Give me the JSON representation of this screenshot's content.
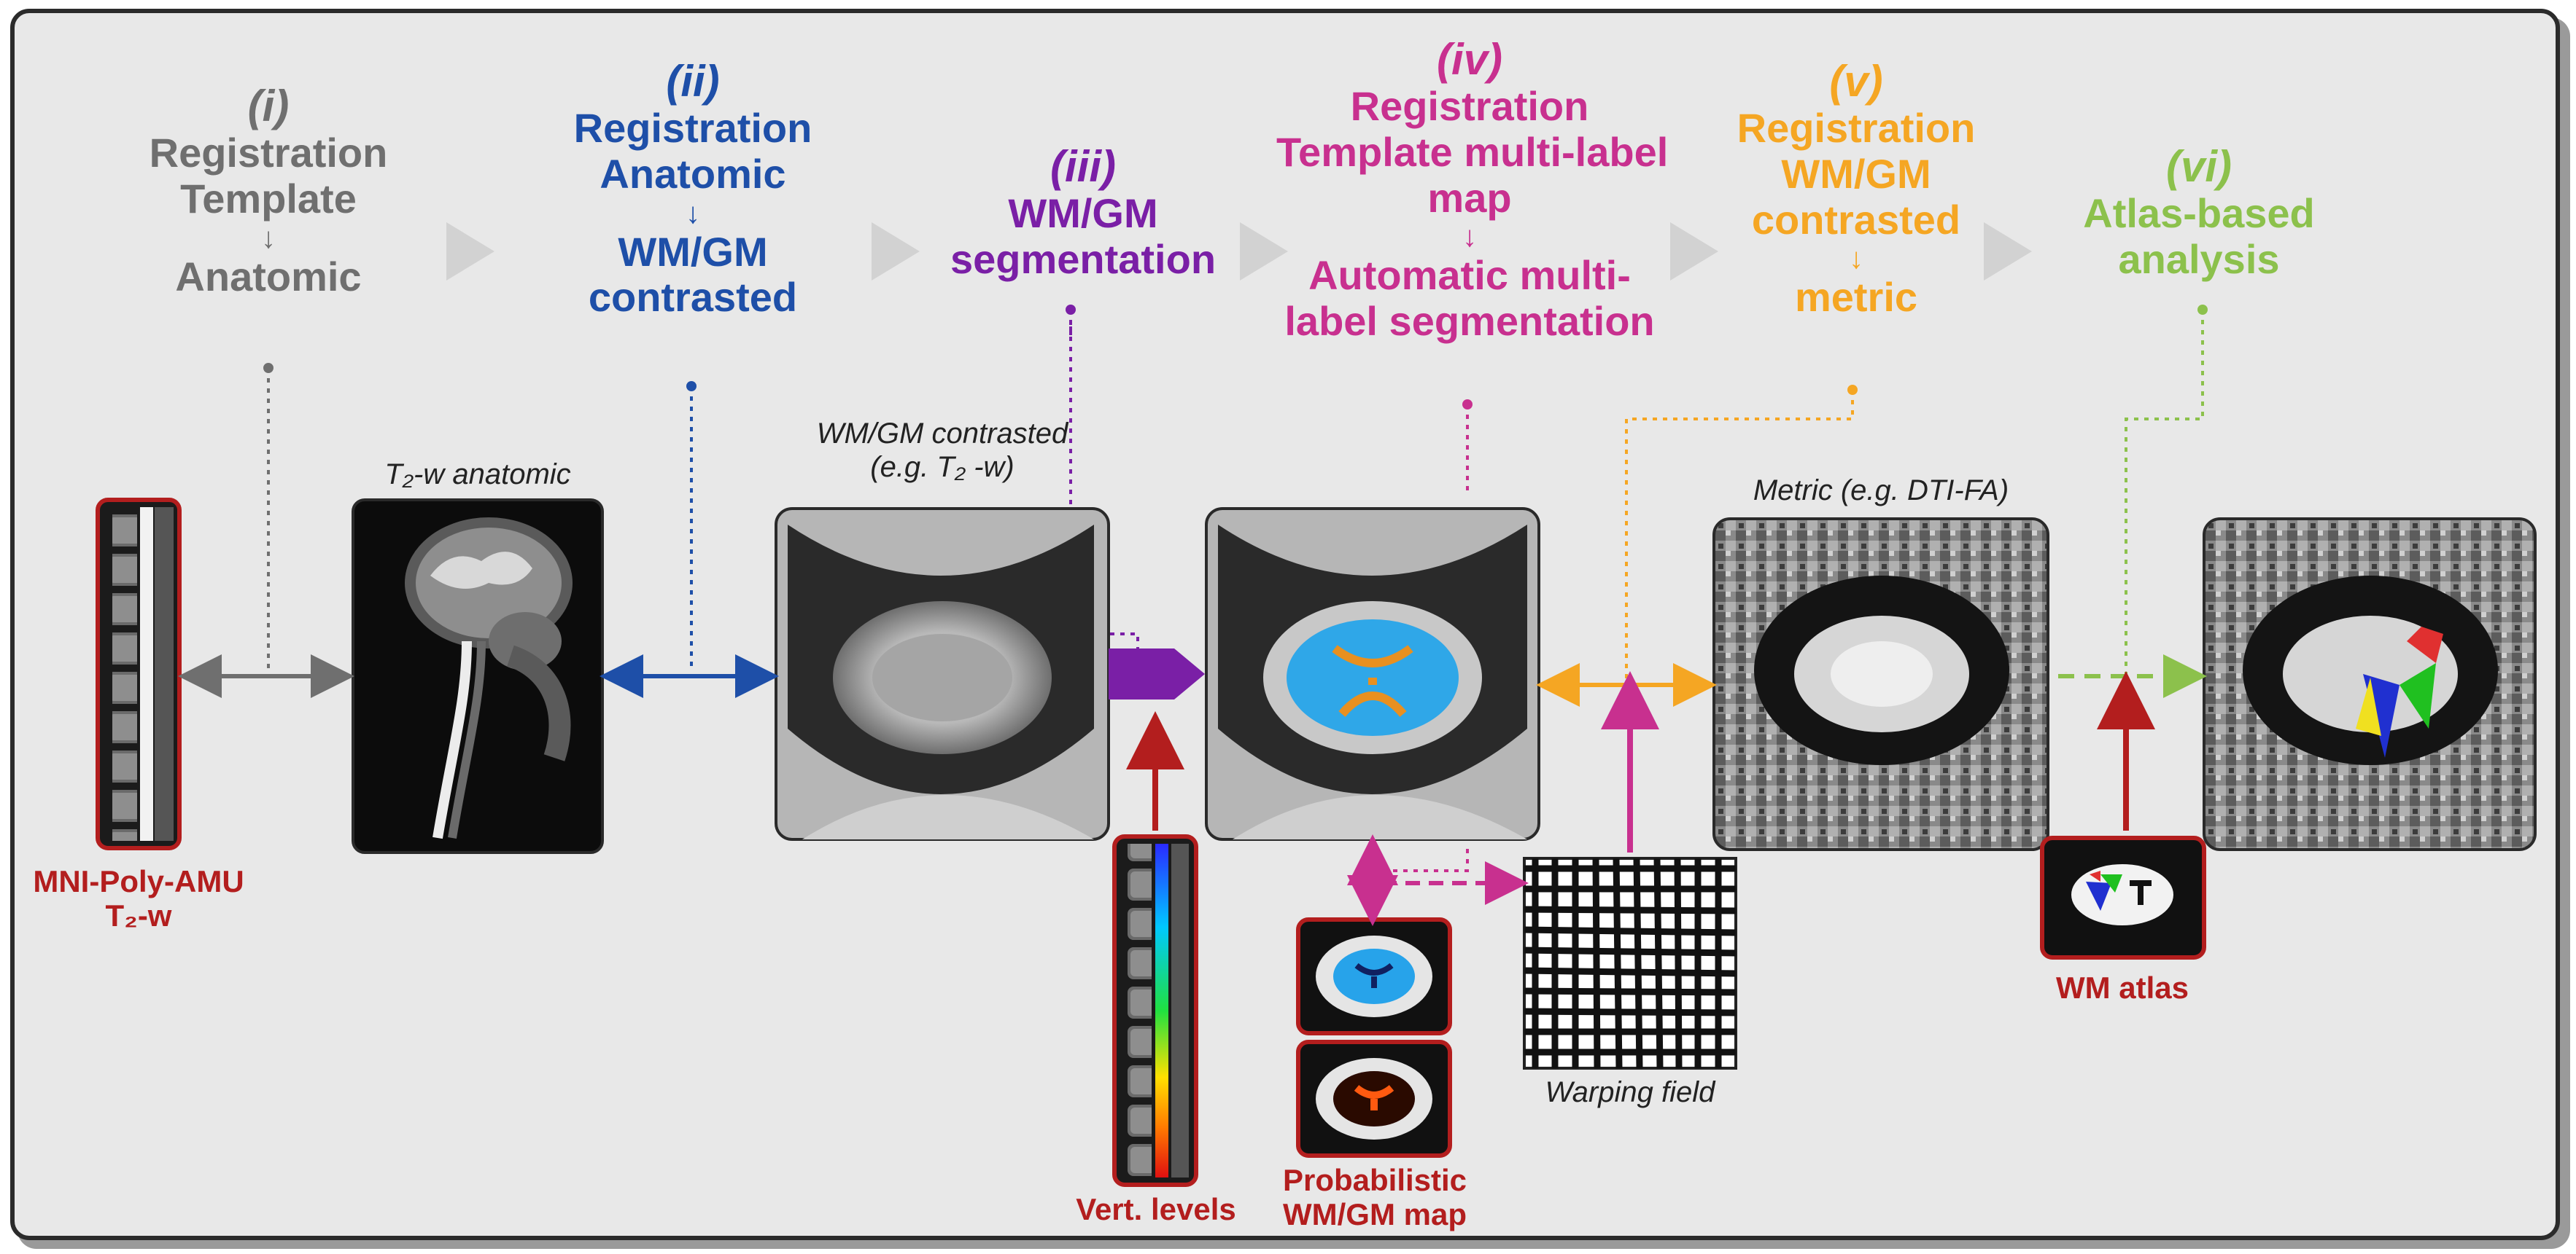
{
  "colors": {
    "grey": "#6f6f6f",
    "blue": "#1e4fa8",
    "purple": "#7a1fa6",
    "magenta": "#c8308f",
    "orange": "#f5a623",
    "green": "#8cc14c",
    "darkred": "#b31e1e"
  },
  "steps": [
    {
      "num": "(i)",
      "line1": "Registration",
      "line2": "Template",
      "arrow": "↓",
      "line3": "Anatomic"
    },
    {
      "num": "(ii)",
      "line1": "Registration",
      "line2": "Anatomic",
      "arrow": "↓",
      "line3": "WM/GM",
      "line4": "contrasted"
    },
    {
      "num": "(iii)",
      "line1": "WM/GM",
      "line2": "segmentation"
    },
    {
      "num": "(iv)",
      "line1": "Registration",
      "line2": "Template multi-label",
      "line3": "map",
      "arrow": "↓",
      "line4": "Automatic multi-",
      "line5": "label segmentation"
    },
    {
      "num": "(v)",
      "line1": "Registration",
      "line2": "WM/GM",
      "line3": "contrasted",
      "arrow": "↓",
      "line4": "metric"
    },
    {
      "num": "(vi)",
      "line1": "Atlas-based",
      "line2": "analysis"
    }
  ],
  "captions": {
    "t2_anatomic": "T₂-w anatomic",
    "wmgm_line1": "WM/GM contrasted",
    "wmgm_line2": "(e.g. T₂ -w)",
    "metric": "Metric (e.g. DTI-FA)",
    "warping": "Warping field"
  },
  "labels": {
    "mni_line1": "MNI-Poly-AMU",
    "mni_line2": "T₂-w",
    "vert_levels": "Vert. levels",
    "prob_line1": "Probabilistic",
    "prob_line2": "WM/GM map",
    "wm_atlas": "WM atlas"
  }
}
